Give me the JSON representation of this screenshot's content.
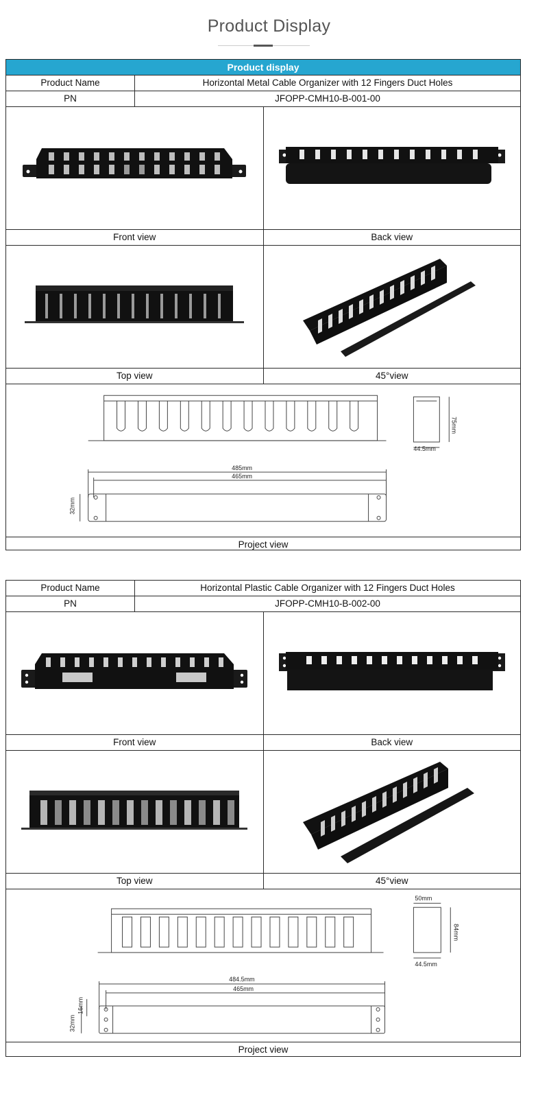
{
  "page_title": "Product Display",
  "product_1": {
    "banner": "Product display",
    "name_label": "Product Name",
    "name_value": "Horizontal Metal Cable Organizer with 12 Fingers Duct Holes",
    "pn_label": "PN",
    "pn_value": "JFOPP-CMH10-B-001-00",
    "views": {
      "front": "Front view",
      "back": "Back view",
      "top": "Top view",
      "angle": "45°view",
      "project": "Project view"
    },
    "dimensions": {
      "height": "75mm",
      "depth": "44.5mm",
      "overall_width": "485mm",
      "inner_width": "465mm",
      "panel_height": "32mm"
    }
  },
  "product_2": {
    "name_label": "Product Name",
    "name_value": "Horizontal Plastic Cable Organizer with 12 Fingers Duct Holes",
    "pn_label": "PN",
    "pn_value": "JFOPP-CMH10-B-002-00",
    "views": {
      "front": "Front view",
      "back": "Back view",
      "top": "Top view",
      "angle": "45°view",
      "project": "Project view"
    },
    "dimensions": {
      "top_depth": "50mm",
      "height": "84mm",
      "depth": "44.5mm",
      "overall_width": "484.5mm",
      "inner_width": "465mm",
      "hole_spacing": "16mm",
      "panel_height": "32mm"
    }
  },
  "colors": {
    "banner": "#26a6d0",
    "product": "#111111"
  }
}
